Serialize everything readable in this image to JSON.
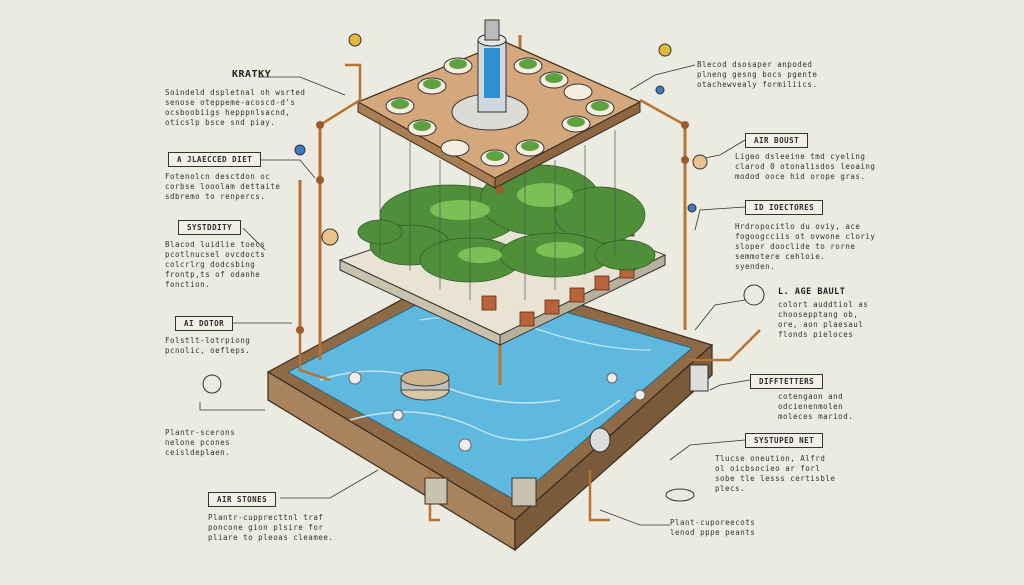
{
  "labels": {
    "kratky": "KRATKY",
    "kratky_desc": [
      "Soindeld dspletnal oh wsrted",
      "senose oteppeme-acoscd-d's",
      "ocsboobiigs hepppnlsacnd,",
      "oticslp bsce snd piay."
    ],
    "balanced_diet": "A JLAECCED DIET",
    "balanced_diet_desc": [
      "Fotenolcn desctdon oc",
      "corbse looolam dettaite",
      "sdbremo to renpercs."
    ],
    "systemic": "SYSTDDITY",
    "systemic_desc": [
      "Blacod luidlie toecs",
      "pcotlnucsel ovcdocts",
      "colcrlrg dodcsbing",
      "frontp,ts of odanhe",
      "fonction."
    ],
    "air_motor": "AI DOTOR",
    "air_motor_desc": [
      "Folstlt-lotrpiong",
      "pcnolic, oefleps."
    ],
    "plant_desc": [
      "Plantr-scerons",
      "nelone pcones",
      "ceisldeplaen."
    ],
    "air_stones": "AIR STONES",
    "air_stones_desc": [
      "Plantr-cupprecttnl traf",
      "poncone gion plsire for",
      "pliare to pleoas cleamee."
    ],
    "top_right_desc": [
      "Blecod dsosaper anpoded",
      "plneng gesng bocs pgente",
      "otachewvealy formiliics."
    ],
    "air_boost": "AIR BOUST",
    "air_boost_desc": [
      "Ligeo dsleeine tmd cyeling",
      "clarod 0 otonalisdos leoaing",
      "modod ooce hid orope gras."
    ],
    "ib_ioectores": "ID IOECTORES",
    "ib_ioectores_desc": [
      "Hrdropocitlo du oviy, ace",
      "fogoogcciis ot ovwone cloriy",
      "sloper dooclide to rorne",
      "semmotere cehloie.",
      "syenden."
    ],
    "lagc_bault": "L. AGE BAULT",
    "lagc_bault_desc": [
      "colort auddtiol as",
      "choosepptang ob,",
      "ore, aon plaesaul",
      "flonds pieloces"
    ],
    "diffetters": "DIFFTETTERS",
    "diffetters_desc": [
      "cotengaon and",
      "odcienenmolen",
      "moleces mariod."
    ],
    "systeped_net": "SYSTUPED NET",
    "systeped_net_desc": [
      "Tlucse oneution, Alfrd",
      "ol oicbsocieo ar forl",
      "sobe tle lesss certisble",
      "plecs."
    ],
    "plant_supported_desc": [
      "Plant-cuporeecots",
      "lenod pppe peants"
    ]
  },
  "colors": {
    "background": "#ecebe1",
    "water": "#5fb8dd",
    "wood": "#a9825e",
    "plant": "#4f8f3a",
    "copper": "#b87333",
    "ink": "#2b2b2b"
  }
}
